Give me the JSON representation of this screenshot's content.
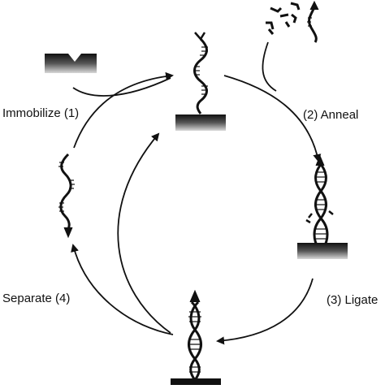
{
  "steps": [
    {
      "label": "Immobilize (1)"
    },
    {
      "label": "(2) Anneal"
    },
    {
      "label": "(3) Ligate"
    },
    {
      "label": "Separate (4)"
    }
  ],
  "colors": {
    "ink": "#111111",
    "substrate_top": "#111111",
    "substrate_bottom": "#cfcfcf",
    "background": "#ffffff"
  },
  "icons": [
    "substrate-icon",
    "dna-strand-icon",
    "double-helix-icon",
    "oligo-fragment-icon",
    "cycle-arrow-icon"
  ]
}
